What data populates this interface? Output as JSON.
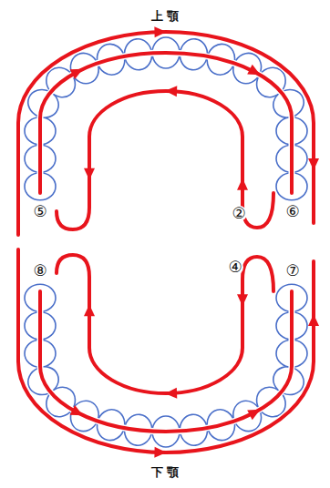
{
  "diagram": {
    "labels": [
      "上 顎",
      "⑤",
      "②",
      "⑥",
      "⑧",
      "④",
      "⑦",
      "下 顎"
    ]
  }
}
